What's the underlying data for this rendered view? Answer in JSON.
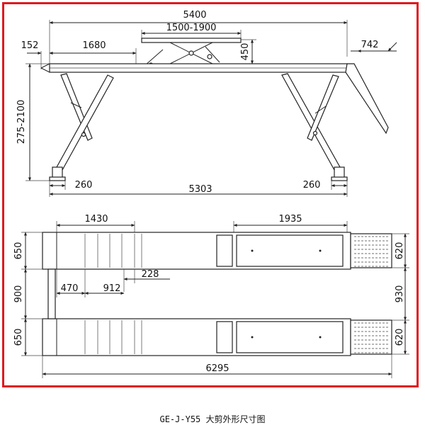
{
  "caption": "GE-J-Y55 大剪外形尺寸图",
  "side_view": {
    "total_length": "5400",
    "platform_range": "1500-1900",
    "left_overhang": "152",
    "left_span": "1680",
    "jack_height": "450",
    "ramp_length": "742",
    "height_range": "275-2100",
    "left_foot": "260",
    "right_foot": "260",
    "base_length": "5303"
  },
  "top_view": {
    "left_section": "1430",
    "right_section": "1935",
    "track_width_left_top": "650",
    "track_width_left_bottom": "650",
    "gap_left": "900",
    "ramp_width_top": "620",
    "ramp_width_bottom": "620",
    "gap_right": "930",
    "slot_228": "228",
    "slot_470": "470",
    "slot_912": "912",
    "overall_length": "6295"
  },
  "colors": {
    "frame": "#e0191e",
    "line": "#222222"
  }
}
